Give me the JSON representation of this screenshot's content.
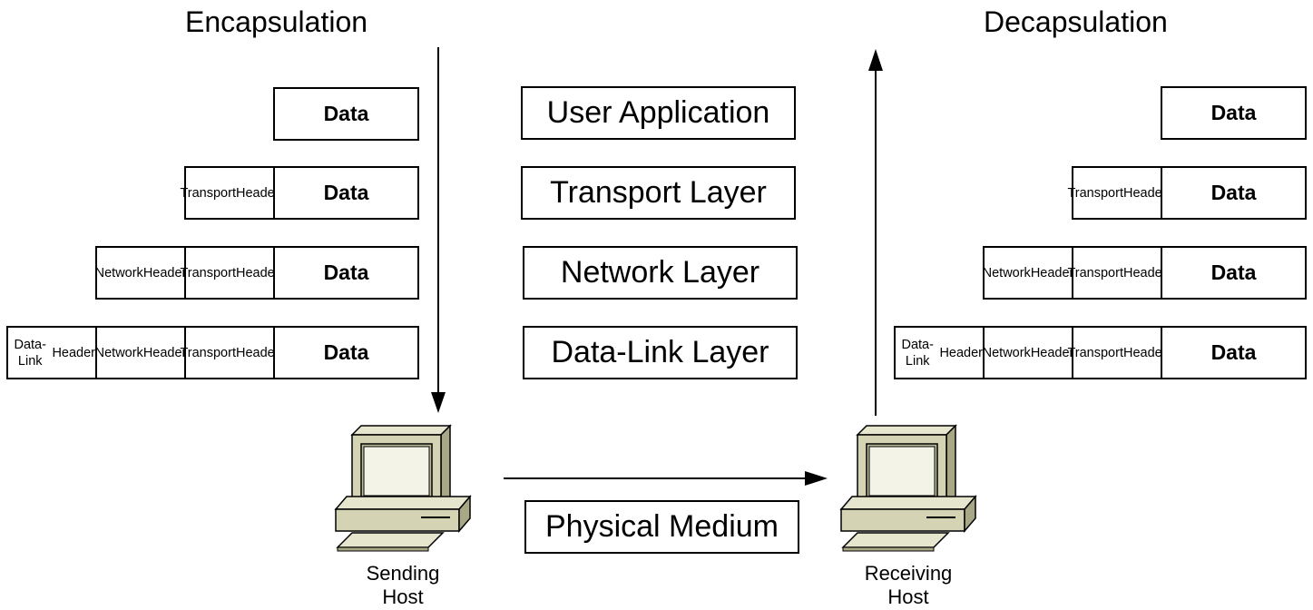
{
  "titles": {
    "left": "Encapsulation",
    "right": "Decapsulation"
  },
  "segments": {
    "data": "Data",
    "transport_header": [
      "Transport",
      "Header"
    ],
    "network_header": [
      "Network",
      "Header"
    ],
    "datalink_header": [
      "Data-Link",
      "Header"
    ]
  },
  "layers": [
    "User Application",
    "Transport Layer",
    "Network Layer",
    "Data-Link Layer"
  ],
  "physical": "Physical Medium",
  "hosts": {
    "sending": [
      "Sending",
      "Host"
    ],
    "receiving": [
      "Receiving",
      "Host"
    ]
  },
  "colors": {
    "computer_body": "#d4d3b4",
    "computer_top": "#e6e5cd",
    "computer_side": "#a9a886",
    "screen": "#f4f3e8",
    "outline": "#000000"
  }
}
